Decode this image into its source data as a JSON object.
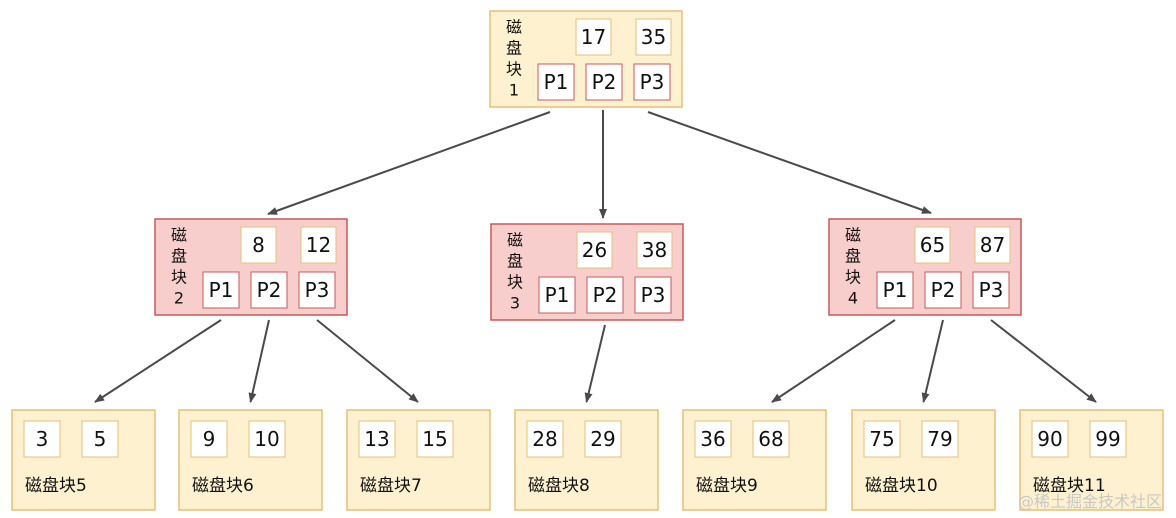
{
  "diagram": {
    "root": {
      "id": "block1",
      "label": [
        "磁",
        "盘",
        "块",
        "1"
      ],
      "keys": [
        "17",
        "35"
      ],
      "pointers": [
        "P1",
        "P2",
        "P3"
      ],
      "fill": "#fdf1cf",
      "stroke": "#e5c07b"
    },
    "internal": [
      {
        "id": "block2",
        "label": [
          "磁",
          "盘",
          "块",
          "2"
        ],
        "keys": [
          "8",
          "12"
        ],
        "pointers": [
          "P1",
          "P2",
          "P3"
        ]
      },
      {
        "id": "block3",
        "label": [
          "磁",
          "盘",
          "块",
          "3"
        ],
        "keys": [
          "26",
          "38"
        ],
        "pointers": [
          "P1",
          "P2",
          "P3"
        ]
      },
      {
        "id": "block4",
        "label": [
          "磁",
          "盘",
          "块",
          "4"
        ],
        "keys": [
          "65",
          "87"
        ],
        "pointers": [
          "P1",
          "P2",
          "P3"
        ]
      }
    ],
    "internal_fill": "#f8cecc",
    "internal_stroke": "#c9595b",
    "leaves": [
      {
        "id": "block5",
        "label": "磁盘块5",
        "keys": [
          "3",
          "5"
        ]
      },
      {
        "id": "block6",
        "label": "磁盘块6",
        "keys": [
          "9",
          "10"
        ]
      },
      {
        "id": "block7",
        "label": "磁盘块7",
        "keys": [
          "13",
          "15"
        ]
      },
      {
        "id": "block8",
        "label": "磁盘块8",
        "keys": [
          "28",
          "29"
        ]
      },
      {
        "id": "block9",
        "label": "磁盘块9",
        "keys": [
          "36",
          "68"
        ]
      },
      {
        "id": "block10",
        "label": "磁盘块10",
        "keys": [
          "75",
          "79"
        ]
      },
      {
        "id": "block11",
        "label": "磁盘块11",
        "keys": [
          "90",
          "99"
        ]
      }
    ],
    "leaf_fill": "#fdf1cf",
    "leaf_stroke": "#e5c07b",
    "edges": [
      {
        "from": "block1",
        "pointer": "P1",
        "to": "block2"
      },
      {
        "from": "block1",
        "pointer": "P2",
        "to": "block3"
      },
      {
        "from": "block1",
        "pointer": "P3",
        "to": "block4"
      },
      {
        "from": "block2",
        "pointer": "P1",
        "to": "block5"
      },
      {
        "from": "block2",
        "pointer": "P2",
        "to": "block6"
      },
      {
        "from": "block2",
        "pointer": "P3",
        "to": "block7"
      },
      {
        "from": "block3",
        "pointer": "P2",
        "to": "block8"
      },
      {
        "from": "block4",
        "pointer": "P1",
        "to": "block9"
      },
      {
        "from": "block4",
        "pointer": "P2",
        "to": "block10"
      },
      {
        "from": "block4",
        "pointer": "P3",
        "to": "block11"
      }
    ],
    "edge_color": "#4a4a4a"
  },
  "watermark": "@稀土掘金技术社区"
}
